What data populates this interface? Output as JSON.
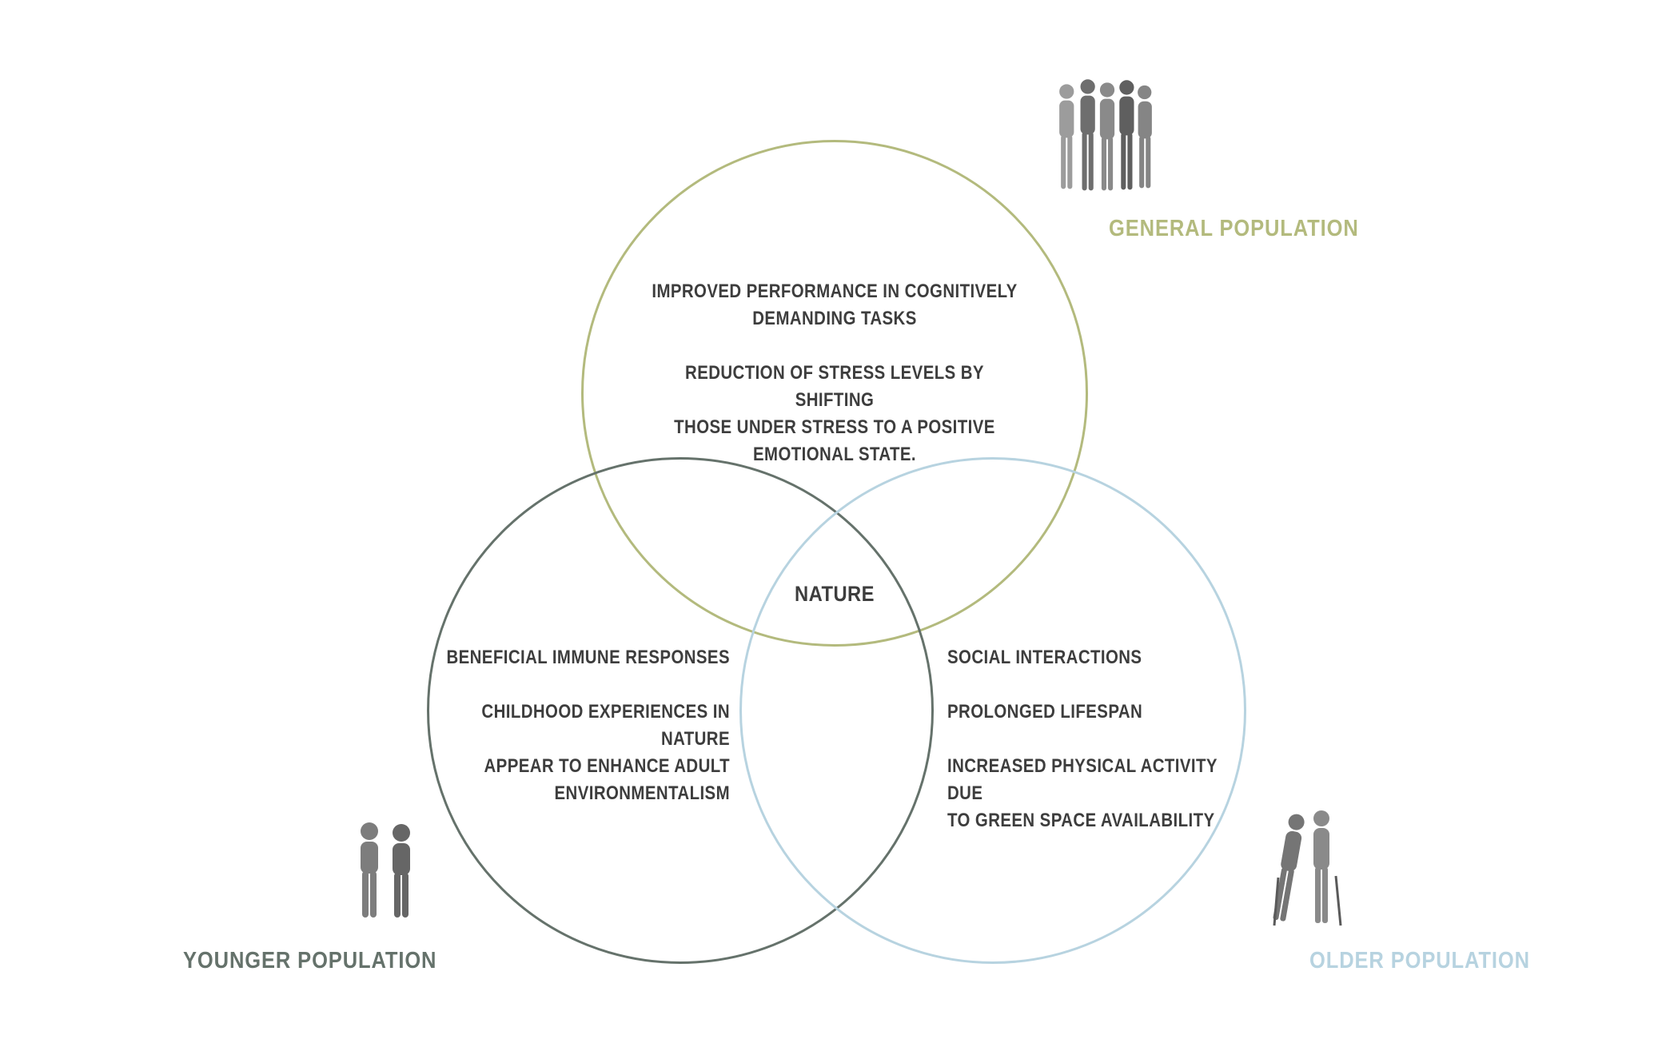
{
  "diagram": {
    "center_label": "NATURE",
    "text_color": "#3d3d3d",
    "background_color": "#ffffff",
    "circles": {
      "general": {
        "label": "GENERAL POPULATION",
        "color": "#b3ba7d",
        "image": "group-of-adults-photo",
        "items": [
          "IMPROVED PERFORMANCE IN COGNITIVELY\nDEMANDING TASKS",
          "REDUCTION OF STRESS LEVELS BY SHIFTING\nTHOSE UNDER STRESS TO A POSITIVE\nEMOTIONAL STATE."
        ]
      },
      "younger": {
        "label": "YOUNGER POPULATION",
        "color": "#65726b",
        "image": "two-children-photo",
        "items": [
          "BENEFICIAL IMMUNE RESPONSES",
          "CHILDHOOD EXPERIENCES IN NATURE\nAPPEAR TO ENHANCE ADULT\nENVIRONMENTALISM"
        ]
      },
      "older": {
        "label": "OLDER POPULATION",
        "color": "#b7d3e0",
        "image": "two-elderly-people-photo",
        "items": [
          "SOCIAL INTERACTIONS",
          "PROLONGED LIFESPAN",
          "INCREASED PHYSICAL ACTIVITY DUE\nTO GREEN SPACE AVAILABILITY"
        ]
      }
    }
  }
}
